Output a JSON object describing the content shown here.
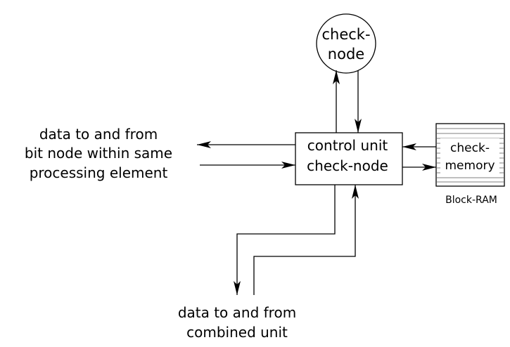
{
  "check_node_circle": {
    "line1": "check-",
    "line2": "node"
  },
  "control_unit": {
    "line1": "control unit",
    "line2": "check-node"
  },
  "check_memory": {
    "line1": "check-",
    "line2": "memory",
    "caption": "Block-RAM"
  },
  "left_label": {
    "line1": "data to and from",
    "line2": "bit node within same",
    "line3": "processing element"
  },
  "bottom_label": {
    "line1": "data to and from",
    "line2": "combined unit"
  }
}
